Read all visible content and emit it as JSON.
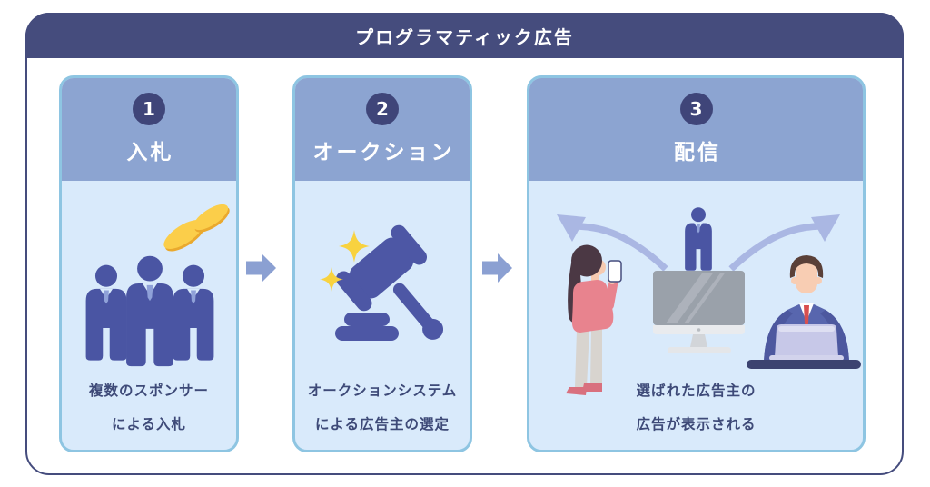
{
  "header": {
    "title": "プログラマティック広告"
  },
  "steps": [
    {
      "number": "1",
      "title": "入札",
      "desc_line1": "複数のスポンサー",
      "desc_line2": "による入札",
      "illustration": "three-bidders-with-gold-coins"
    },
    {
      "number": "2",
      "title": "オークション",
      "desc_line1": "オークションシステム",
      "desc_line2": "による広告主の選定",
      "illustration": "auction-gavel-with-sparkles"
    },
    {
      "number": "3",
      "title": "配信",
      "desc_line1": "選ばれた広告主の",
      "desc_line2": "広告が表示される",
      "illustration": "ad-delivered-from-monitor-to-smartphone-user-and-desk-worker"
    }
  ],
  "icons": {
    "flow_arrow": "right-block-arrow",
    "step1": [
      "businessman-icon",
      "coin-icon"
    ],
    "step2": [
      "gavel-icon",
      "sparkle-icon"
    ],
    "step3": [
      "smartphone-user-icon",
      "monitor-icon",
      "advertiser-icon",
      "desk-worker-icon",
      "broadcast-arrow-icon"
    ]
  },
  "colors": {
    "frame_navy": "#454c7d",
    "step_header_blue": "#8ca4d1",
    "number_badge_navy": "#3f4579",
    "card_body_blue": "#d9eafb",
    "card_border_blue": "#8ec5e2",
    "text_navy": "#3e4a78",
    "flow_arrow_blue": "#8ba0d2",
    "figure_indigo": "#4a55a3",
    "coin_gold": "#fbce4a",
    "sparkle_yellow": "#f8d23f",
    "curved_arrow_periwinkle": "#aab7e3"
  }
}
